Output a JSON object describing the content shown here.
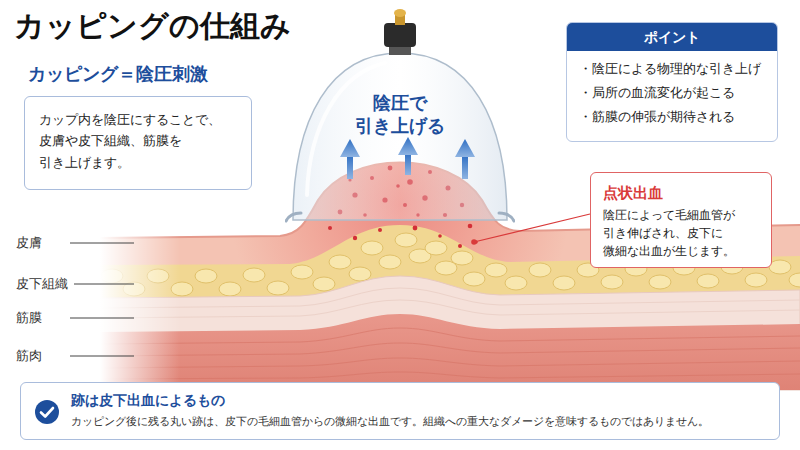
{
  "diagram": {
    "title": "カッピングの仕組み",
    "nodes": [
      {
        "text": [
          "カップ内を陰圧にすることで、 皮膚や皮下組織、筋膜を 引き上げます。"
        ]
      },
      {
        "text": [
          "陰圧で 引き上げる"
        ]
      },
      {
        "text": [
          "ポイント",
          "・陰圧による物理的な引き上げ",
          "・局所の血流変化が起こる",
          "・筋膜の伸張が期待される"
        ]
      },
      {
        "text": [
          "点状出血",
          "陰圧によって毛細血管が 引き伸ばされ、皮下に 微細な出血が生じます。"
        ]
      },
      {
        "text": [
          "跡は皮下出血によるもの",
          "カッピング後に残る丸い跡は、皮下の毛細血管からの微細な出血です。組織への重大なダメージを意味するものではありません。"
        ]
      }
    ],
    "labels": [
      "カッピング＝陰圧刺激",
      "皮膚",
      "皮下組織",
      "筋膜",
      "筋肉"
    ]
  }
}
